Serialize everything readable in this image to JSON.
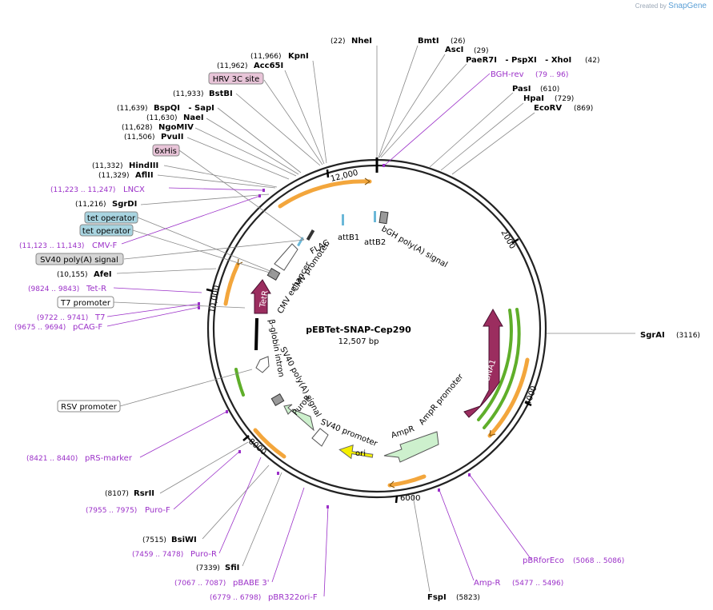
{
  "watermark": {
    "created_by": "Created by",
    "brand": "SnapGene"
  },
  "plasmid": {
    "name": "pEBTet-SNAP-Cep290",
    "length": "12,507 bp"
  },
  "ticks": [
    {
      "label": "12,000"
    },
    {
      "label": "2000"
    },
    {
      "label": "4000"
    },
    {
      "label": "6000"
    },
    {
      "label": "8000"
    },
    {
      "label": "10,000"
    }
  ],
  "features": [
    {
      "label": "TetR",
      "color": "#9b2d5f"
    },
    {
      "label": "EBNA1",
      "color": "#9b2d5f"
    },
    {
      "label": "ori",
      "color": "#f5f000"
    },
    {
      "label": "AmpR",
      "color": "#cdf0cd"
    },
    {
      "label": "PuroR",
      "color": "#cdf0cd"
    }
  ],
  "inner_labels": [
    {
      "text": "attB1"
    },
    {
      "text": "attB2"
    },
    {
      "text": "bGH poly(A) signal"
    },
    {
      "text": "FLAG"
    },
    {
      "text": "CMV enhancer"
    },
    {
      "text": "CMV promoter"
    },
    {
      "text": "β-globin intron"
    },
    {
      "text": "SV40 poly(A) signal"
    },
    {
      "text": "SV40 promoter"
    },
    {
      "text": "AmpR promoter"
    }
  ],
  "sites": [
    {
      "pos": "(22)",
      "name": "NheI"
    },
    {
      "name": "BmtI",
      "pos": "(26)"
    },
    {
      "name": "AscI",
      "pos": "(29)"
    },
    {
      "name": "PaeR7I   - PspXI   - XhoI",
      "pos": "(42)"
    },
    {
      "name": "PasI",
      "pos": "(610)"
    },
    {
      "name": "HpaI",
      "pos": "(729)"
    },
    {
      "name": "EcoRV",
      "pos": "(869)"
    },
    {
      "name": "SgrAI",
      "pos": "(3116)"
    },
    {
      "name": "FspI",
      "pos": "(5823)"
    },
    {
      "pos": "(11,966)",
      "name": "KpnI"
    },
    {
      "pos": "(11,962)",
      "name": "Acc65I"
    },
    {
      "pos": "(11,933)",
      "name": "BstBI"
    },
    {
      "pos": "(11,639)",
      "name": "BspQI   - SapI"
    },
    {
      "pos": "(11,630)",
      "name": "NaeI"
    },
    {
      "pos": "(11,628)",
      "name": "NgoMIV"
    },
    {
      "pos": "(11,506)",
      "name": "PvuII"
    },
    {
      "pos": "(11,332)",
      "name": "HindIII"
    },
    {
      "pos": "(11,329)",
      "name": "AflII"
    },
    {
      "pos": "(11,216)",
      "name": "SgrDI"
    },
    {
      "pos": "(10,155)",
      "name": "AfeI"
    },
    {
      "pos": "(8107)",
      "name": "RsrII"
    },
    {
      "pos": "(7515)",
      "name": "BsiWI"
    },
    {
      "pos": "(7339)",
      "name": "SfiI"
    }
  ],
  "primers": [
    {
      "name": "BGH-rev",
      "range": "(79 .. 96)"
    },
    {
      "range": "(11,223 .. 11,247)",
      "name": "LNCX"
    },
    {
      "range": "(11,123 .. 11,143)",
      "name": "CMV-F"
    },
    {
      "range": "(9824 .. 9843)",
      "name": "Tet-R"
    },
    {
      "range": "(9722 .. 9741)",
      "name": "T7"
    },
    {
      "range": "(9675 .. 9694)",
      "name": "pCAG-F"
    },
    {
      "range": "(8421 .. 8440)",
      "name": "pRS-marker"
    },
    {
      "range": "(7955 .. 7975)",
      "name": "Puro-F"
    },
    {
      "range": "(7459 .. 7478)",
      "name": "Puro-R"
    },
    {
      "range": "(7067 .. 7087)",
      "name": "pBABE 3'"
    },
    {
      "range": "(6779 .. 6798)",
      "name": "pBR322ori-F"
    },
    {
      "name": "Amp-R",
      "range": "(5477 .. 5496)"
    },
    {
      "name": "pBRforEco",
      "range": "(5068 .. 5086)"
    }
  ],
  "boxed": [
    {
      "text": "HRV 3C site"
    },
    {
      "text": "6xHis"
    },
    {
      "text": "tet operator"
    },
    {
      "text": "tet operator"
    },
    {
      "text": "SV40 poly(A) signal"
    },
    {
      "text": "T7 promoter"
    },
    {
      "text": "RSV promoter"
    }
  ]
}
